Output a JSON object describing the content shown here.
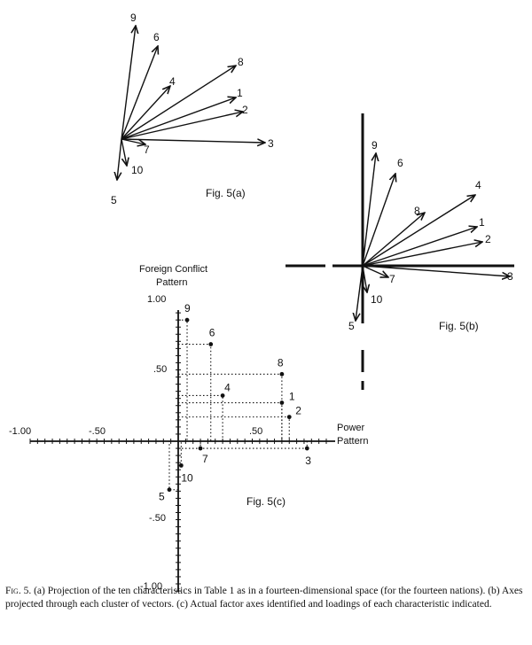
{
  "fig_a": {
    "label": "Fig. 5(a)",
    "vectors": [
      {
        "label": "9"
      },
      {
        "label": "6"
      },
      {
        "label": "8"
      },
      {
        "label": "4"
      },
      {
        "label": "1"
      },
      {
        "label": "2"
      },
      {
        "label": "3"
      },
      {
        "label": "7"
      },
      {
        "label": "10"
      },
      {
        "label": "5"
      }
    ]
  },
  "fig_b": {
    "label": "Fig. 5(b)",
    "vectors": [
      {
        "label": "9"
      },
      {
        "label": "6"
      },
      {
        "label": "8"
      },
      {
        "label": "4"
      },
      {
        "label": "1"
      },
      {
        "label": "2"
      },
      {
        "label": "3"
      },
      {
        "label": "7"
      },
      {
        "label": "10"
      },
      {
        "label": "5"
      }
    ]
  },
  "fig_c": {
    "label": "Fig. 5(c)",
    "y_axis_title_line1": "Foreign Conflict",
    "y_axis_title_line2": "Pattern",
    "x_axis_title_line1": "Power",
    "x_axis_title_line2": "Pattern",
    "x_tick_labels": [
      "-1.00",
      "-.50",
      ".50"
    ],
    "y_tick_labels": [
      "1.00",
      ".50",
      "-.50",
      "-1.00"
    ],
    "points": [
      {
        "label": "9",
        "x": 0.06,
        "y": 0.85
      },
      {
        "label": "6",
        "x": 0.22,
        "y": 0.68
      },
      {
        "label": "8",
        "x": 0.7,
        "y": 0.47
      },
      {
        "label": "4",
        "x": 0.3,
        "y": 0.32
      },
      {
        "label": "1",
        "x": 0.7,
        "y": 0.27
      },
      {
        "label": "2",
        "x": 0.75,
        "y": 0.17
      },
      {
        "label": "3",
        "x": 0.87,
        "y": -0.05
      },
      {
        "label": "7",
        "x": 0.15,
        "y": -0.05
      },
      {
        "label": "10",
        "x": 0.02,
        "y": -0.17
      },
      {
        "label": "5",
        "x": -0.06,
        "y": -0.34
      }
    ]
  },
  "caption": {
    "fig_no": "Fig. 5.",
    "text": "(a) Projection of the ten characteristics in Table 1 as in a fourteen-dimensional space (for the fourteen nations). (b) Axes projected through each cluster of vectors. (c) Actual factor axes identified and loadings of each characteristic indicated."
  }
}
